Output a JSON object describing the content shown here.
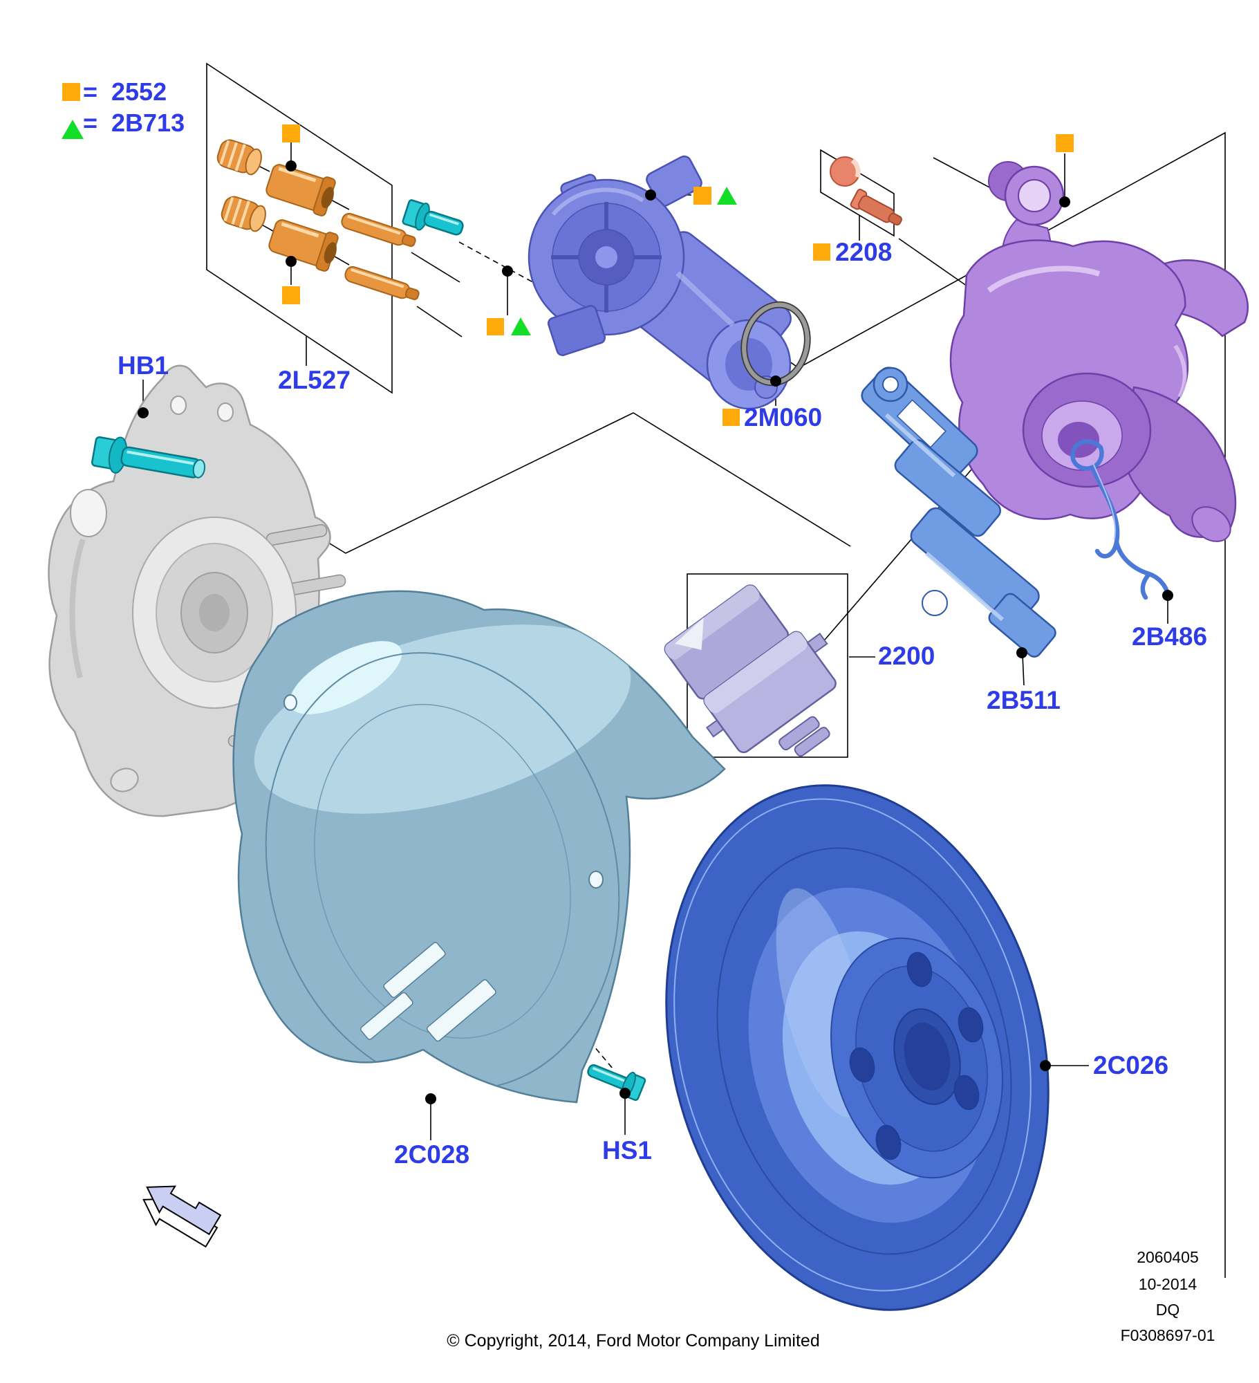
{
  "diagram": {
    "legend": {
      "equals": "=",
      "items": [
        {
          "marker": "orange-square-icon",
          "code": "2552"
        },
        {
          "marker": "green-triangle-icon",
          "code": "2B713"
        }
      ]
    },
    "labels": {
      "hb1": "HB1",
      "l2527": "2L527",
      "m2060": "2M060",
      "p2208": "2208",
      "p2200": "2200",
      "b2511": "2B511",
      "b2486": "2B486",
      "c2026": "2C026",
      "c2028": "2C028",
      "hs1": "HS1"
    },
    "footer": {
      "copyright": "© Copyright, 2014, Ford Motor Company Limited",
      "doc_number": "2060405",
      "date": "10-2014",
      "plant_code": "DQ",
      "figure_number": "F0308697-01"
    },
    "colors": {
      "label_blue": "#2E3BE8",
      "marker_orange": "#FFA90A",
      "marker_green": "#12DE27",
      "pin_orange": "#E8953F",
      "bolt_cyan": "#1CC3CE",
      "motor_periwinkle": "#7C86E0",
      "caliper_purple": "#B287DE",
      "bracket_blue": "#6F9CE2",
      "pads_lavender": "#B7B4E2",
      "shield_steel": "#8FB6CB",
      "disc_blue": "#3E63C6",
      "knuckle_gray": "#D8D8D8",
      "spring_blue": "#4C79D8",
      "seal_salmon": "#E8846A",
      "arrow_lavender": "#C9CFF3"
    }
  }
}
